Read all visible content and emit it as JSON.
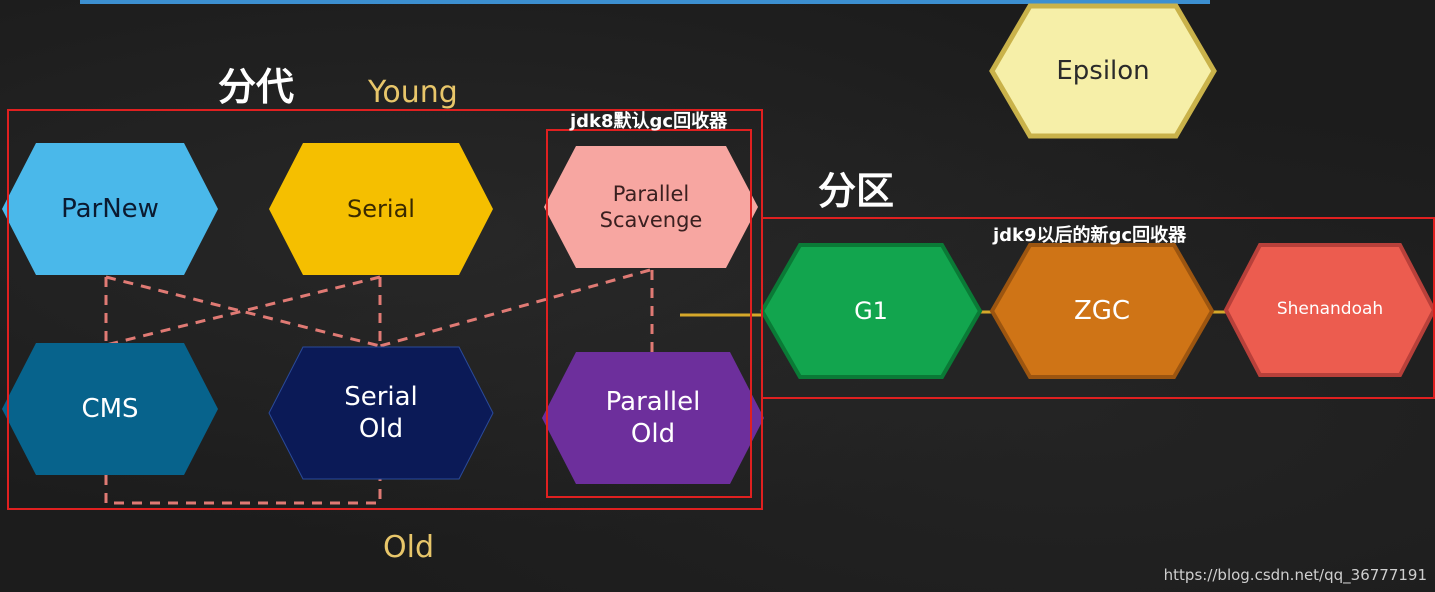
{
  "headings": {
    "generational": "分代",
    "regional": "分区"
  },
  "categories": {
    "young": "Young",
    "old": "Old"
  },
  "notes": {
    "jdk8_default": "jdk8默认gc回收器",
    "jdk9_new": "jdk9以后的新gc回收器"
  },
  "collectors": {
    "parnew": "ParNew",
    "serial": "Serial",
    "parallel_scavenge_line1": "Parallel",
    "parallel_scavenge_line2": "Scavenge",
    "cms": "CMS",
    "serial_old_line1": "Serial",
    "serial_old_line2": "Old",
    "parallel_old_line1": "Parallel",
    "parallel_old_line2": "Old",
    "epsilon": "Epsilon",
    "g1": "G1",
    "zgc": "ZGC",
    "shenandoah": "Shenandoah"
  },
  "watermark": "https://blog.csdn.net/qq_36777191",
  "colors": {
    "parnew": "#4ab8ea",
    "serial": "#f5bf00",
    "parallel_scavenge": "#f7a6a1",
    "cms": "#07638c",
    "serial_old": "#0b1a57",
    "parallel_old": "#6d2f9c",
    "epsilon": "#f6efa8",
    "g1": "#12a54e",
    "zgc": "#cf7416",
    "shenandoah": "#ec5c4f",
    "frame": "#e02020",
    "dashed": "#e07a74",
    "connector": "#d6a82a"
  }
}
